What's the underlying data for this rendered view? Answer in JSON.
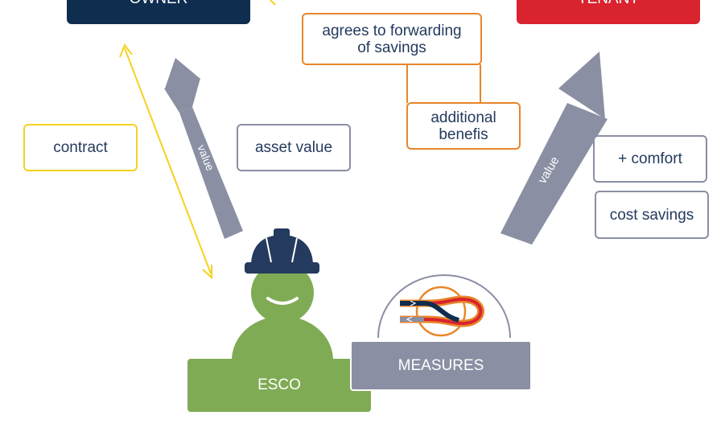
{
  "header": {
    "owner_label": "OWNER",
    "tenant_label": "TENANT"
  },
  "boxes": {
    "contract": "contract",
    "asset_value": "asset value",
    "agrees_line1": "agrees to forwarding",
    "agrees_line2": "of savings",
    "additional_line1": "additional",
    "additional_line2": "benefis",
    "comfort": "+ comfort",
    "cost_savings": "cost savings"
  },
  "arrows": {
    "value_left": "value",
    "value_right": "value"
  },
  "bottom": {
    "esco_label": "ESCO",
    "measures_label": "MEASURES"
  },
  "colors": {
    "owner_navy": "#0f2d4f",
    "tenant_red": "#d9232e",
    "esco_green": "#80ab55",
    "measures_gray": "#8a8fa3",
    "contract_yellow": "#f5d21f",
    "benefit_orange": "#e8862a",
    "text_navy": "#243a5e"
  },
  "icons": [
    "hard-hat-icon",
    "measures-loop-icon"
  ]
}
